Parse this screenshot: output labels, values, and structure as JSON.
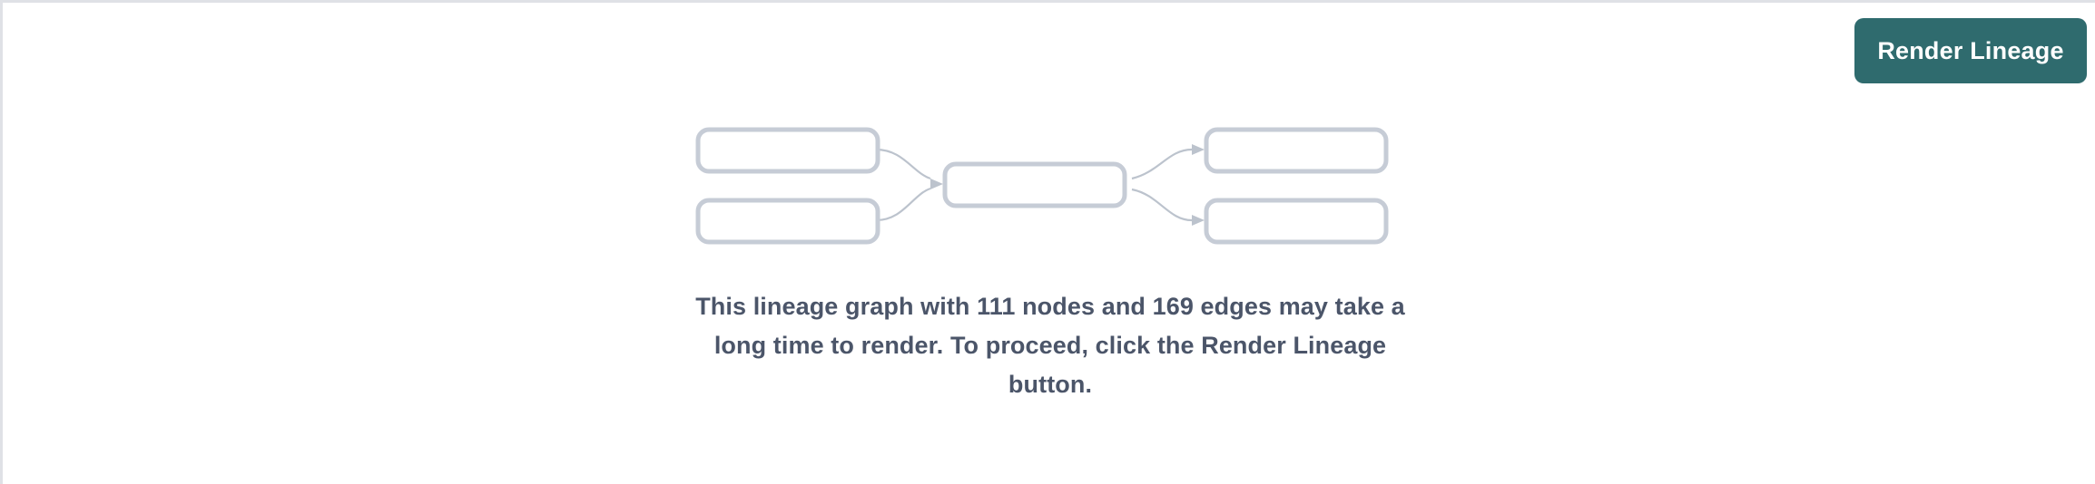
{
  "panel": {
    "background_color": "#ffffff",
    "border_color": "#dfe1e6"
  },
  "toolbar": {
    "render_button_label": "Render Lineage",
    "render_button_color": "#2f6b6e",
    "render_button_text_color": "#ffffff"
  },
  "empty_state": {
    "message": "This lineage graph with 111 nodes and 169 edges may take a long time to render. To proceed, click the Render Lineage button.",
    "message_color": "#4b5569",
    "node_count": 111,
    "edge_count": 169,
    "illustration": {
      "node_border_color": "#c6ccd6",
      "node_fill_color": "#ffffff",
      "edge_color": "#bcc3cd",
      "nodes": [
        {
          "id": "upstream-top",
          "column": "left",
          "row": "top"
        },
        {
          "id": "upstream-bottom",
          "column": "left",
          "row": "bottom"
        },
        {
          "id": "focus",
          "column": "center",
          "row": "middle"
        },
        {
          "id": "downstream-top",
          "column": "right",
          "row": "top"
        },
        {
          "id": "downstream-bottom",
          "column": "right",
          "row": "bottom"
        }
      ],
      "edges": [
        {
          "from": "upstream-top",
          "to": "focus"
        },
        {
          "from": "upstream-bottom",
          "to": "focus"
        },
        {
          "from": "focus",
          "to": "downstream-top"
        },
        {
          "from": "focus",
          "to": "downstream-bottom"
        }
      ]
    }
  }
}
